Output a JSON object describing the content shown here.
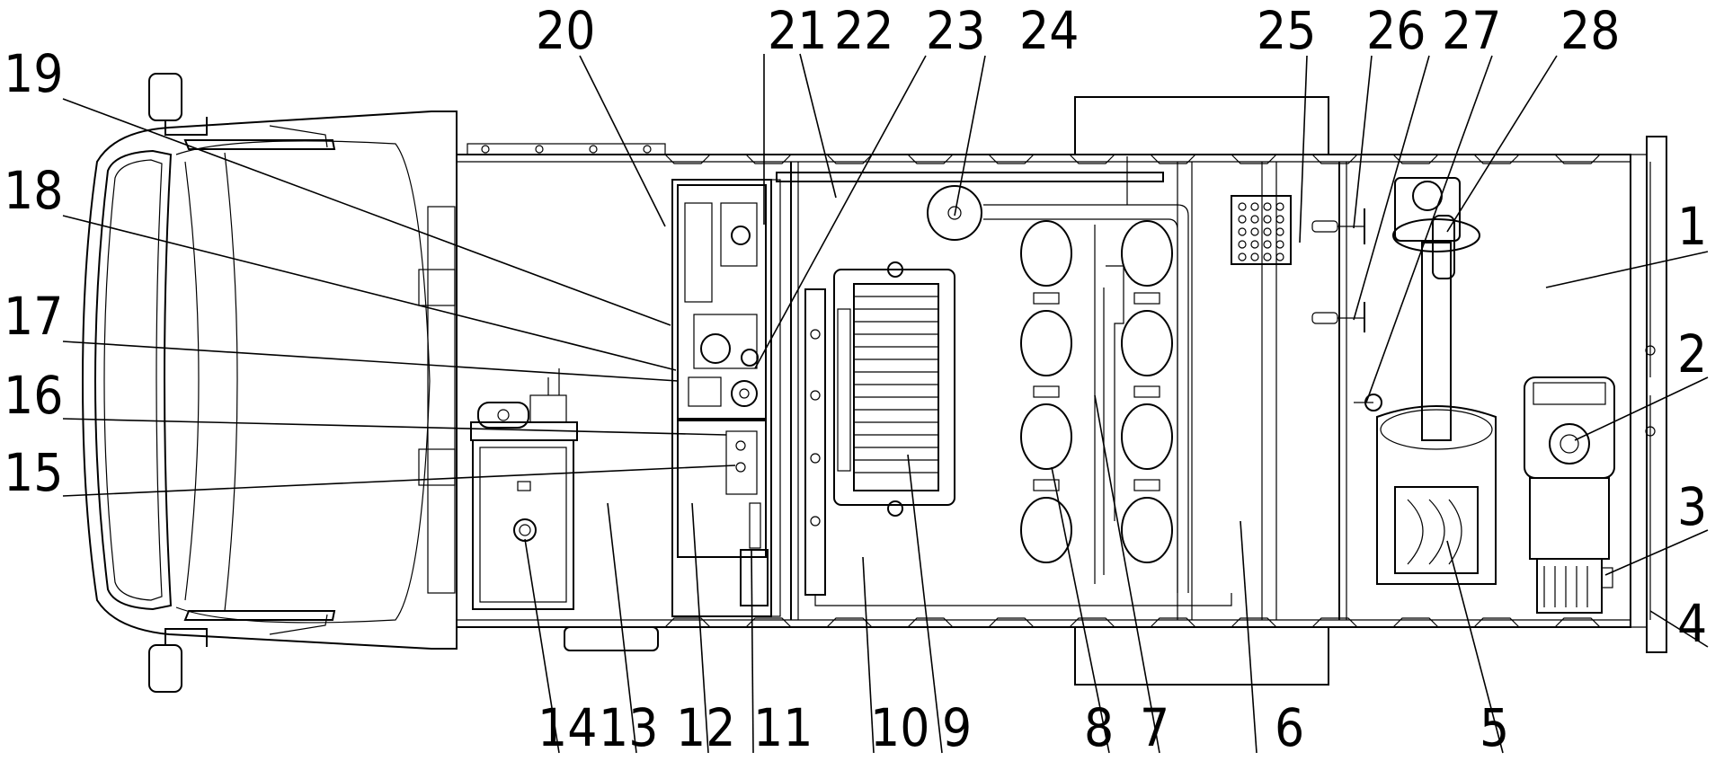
{
  "labels": {
    "top": [
      "20",
      "21",
      "22",
      "23",
      "24",
      "25",
      "26",
      "27",
      "28"
    ],
    "left": [
      "19",
      "18",
      "17",
      "16",
      "15"
    ],
    "right": [
      "1",
      "2",
      "3",
      "4"
    ],
    "bottom": [
      "14",
      "13",
      "12",
      "11",
      "10",
      "9",
      "8",
      "7",
      "6",
      "5"
    ]
  }
}
